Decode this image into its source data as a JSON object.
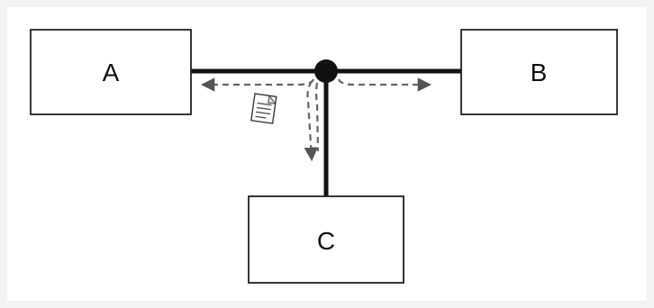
{
  "diagram": {
    "nodes": [
      {
        "id": "A",
        "label": "A"
      },
      {
        "id": "B",
        "label": "B"
      },
      {
        "id": "C",
        "label": "C"
      }
    ],
    "colors": {
      "line": "#111111",
      "box_stroke": "#222222",
      "box_fill": "#ffffff",
      "dashed": "#666666",
      "background": "#f3f3f3"
    },
    "icons": [
      "junction-dot-icon",
      "document-icon",
      "arrow-left-icon",
      "arrow-right-icon",
      "arrow-down-icon"
    ]
  }
}
